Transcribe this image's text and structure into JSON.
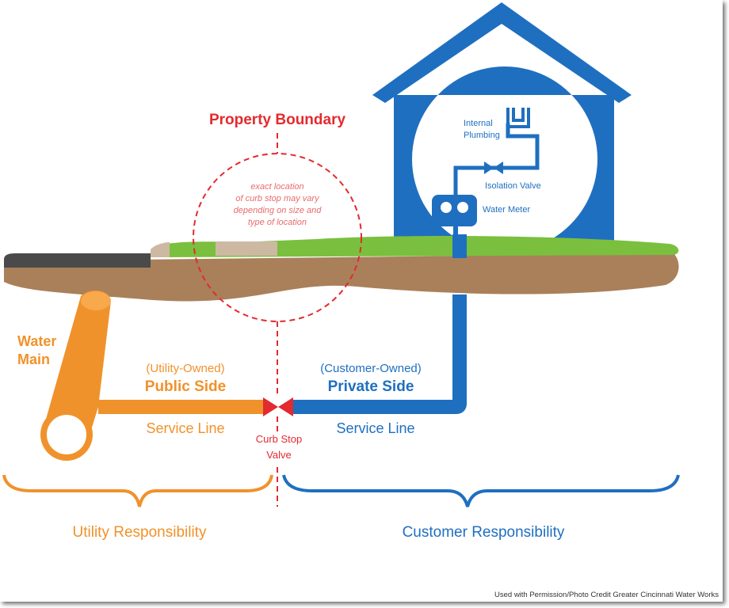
{
  "labels": {
    "property_boundary": "Property Boundary",
    "curb_note": [
      "exact location",
      "of curb stop may vary",
      "depending on size and",
      "type of location"
    ],
    "internal_plumbing": [
      "Internal",
      "Plumbing"
    ],
    "isolation_valve": "Isolation Valve",
    "water_meter": "Water Meter",
    "water_main": [
      "Water",
      "Main"
    ],
    "utility_owned": "(Utility-Owned)",
    "public_side": "Public Side",
    "service_line_public": "Service Line",
    "customer_owned": "(Customer-Owned)",
    "private_side": "Private Side",
    "service_line_private": "Service Line",
    "curb_stop_valve": [
      "Curb Stop",
      "Valve"
    ],
    "utility_responsibility": "Utility Responsibility",
    "customer_responsibility": "Customer Responsibility",
    "credit": "Used with Permission/Photo Credit Greater Cincinnati Water Works"
  },
  "colors": {
    "utility_orange": "#f0922b",
    "customer_blue": "#1f6fc0",
    "boundary_red": "#e32a2f",
    "soil": "#a9805a",
    "grass": "#7bbf3e",
    "road": "#4a4a4a",
    "sidewalk": "#cdb9a2"
  }
}
